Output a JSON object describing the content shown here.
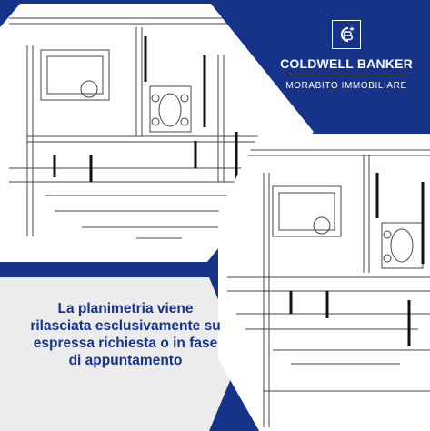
{
  "brand": {
    "name": "COLDWELL BANKER",
    "subtitle": "MORABITO IMMOBILIARE",
    "logo_letters": "CB"
  },
  "notice": {
    "text": "La planimetria viene rilasciata esclusivamente su espressa richiesta o in fase di appuntamento"
  },
  "colors": {
    "primary_blue": "#16338a",
    "panel_gray": "#ececec",
    "white": "#ffffff"
  },
  "icons": {
    "logo": "cb-monogram-icon",
    "plan_left": "floor-plan-icon",
    "plan_right": "floor-plan-icon"
  }
}
